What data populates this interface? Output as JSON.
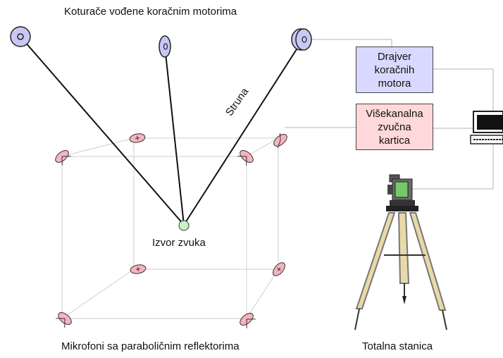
{
  "labels": {
    "pulleys_title": "Koturače vođene koračnim motorima",
    "string": "Struna",
    "sound_source": "Izvor zvuka",
    "microphones": "Mikrofoni sa paraboličnim reflektorima",
    "total_station": "Totalna stanica"
  },
  "driver_box": {
    "line1": "Drajver",
    "line2": "koračnih",
    "line3": "motora",
    "color": "#d9d9ff"
  },
  "soundcard_box": {
    "line1": "Višekanalna",
    "line2": "zvučna",
    "line3": "kartica",
    "color": "#ffd9d9"
  },
  "colors": {
    "pulley_fill": "#c8c8f5",
    "mic_fill": "#f7b3bf",
    "source_fill": "#c9f2c9",
    "cube_lines": "#cfcfcf",
    "tripod_legs": "#e8d9a8"
  },
  "icons": [
    "pulley-icon",
    "microphone-icon",
    "laptop-icon",
    "total-station-icon"
  ]
}
